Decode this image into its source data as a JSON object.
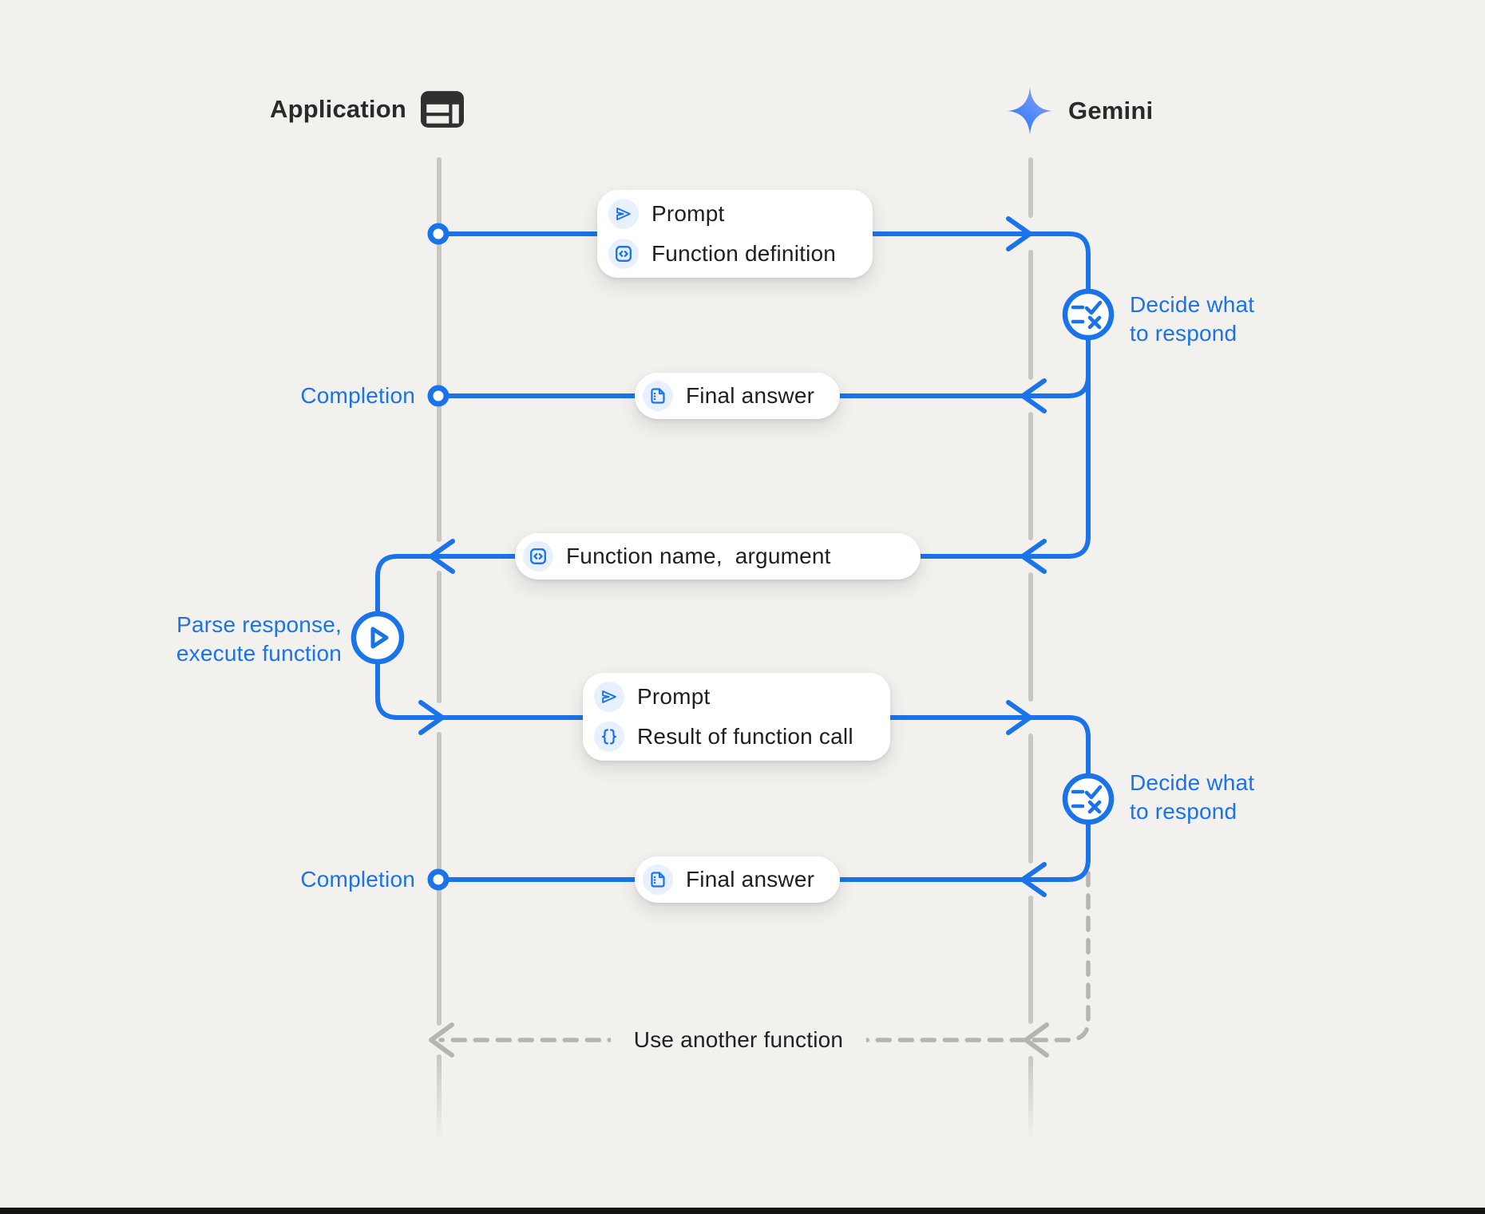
{
  "palette": {
    "background": "#f2f1ee",
    "accent_blue": "#1a73e8",
    "text_dark": "#202124",
    "lifeline_gray": "#c9c7c4",
    "dashed_gray": "#b6b4b1",
    "icon_bubble_bg": "#e8f0fe",
    "box_bg": "#ffffff",
    "gemini_star_gradient": [
      "#1b6ef3",
      "#5c8ef8",
      "#b39af2"
    ],
    "bottom_bar": "#141414"
  },
  "header": {
    "application_label": "Application",
    "gemini_label": "Gemini"
  },
  "messages": {
    "prompt_function_definition": {
      "rows": [
        {
          "icon": "send-icon",
          "label": "Prompt"
        },
        {
          "icon": "code-icon",
          "label": "Function definition"
        }
      ]
    },
    "final_answer_1": {
      "rows": [
        {
          "icon": "document-icon",
          "label": "Final answer"
        }
      ]
    },
    "function_name_argument": {
      "rows": [
        {
          "icon": "code-icon",
          "label": "Function name,  argument"
        }
      ]
    },
    "prompt_result_of_function_call": {
      "rows": [
        {
          "icon": "send-icon",
          "label": "Prompt"
        },
        {
          "icon": "braces-icon",
          "label": "Result of function call"
        }
      ]
    },
    "final_answer_2": {
      "rows": [
        {
          "icon": "document-icon",
          "label": "Final answer"
        }
      ]
    }
  },
  "annotations": {
    "decide_1": "Decide what\nto respond",
    "decide_2": "Decide what\nto respond",
    "parse": "Parse response,\nexecute function",
    "completion_1": "Completion",
    "completion_2": "Completion",
    "use_another_function": "Use another function"
  }
}
